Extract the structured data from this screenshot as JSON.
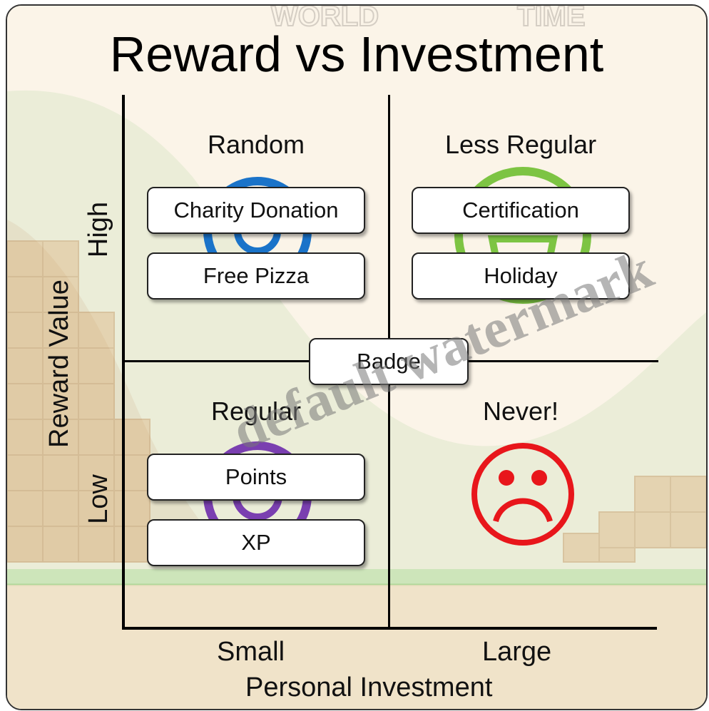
{
  "title": "Reward vs Investment",
  "axes": {
    "y_title": "Reward Value",
    "y_ticks": {
      "high": "High",
      "low": "Low"
    },
    "x_title": "Personal Investment",
    "x_ticks": {
      "small": "Small",
      "large": "Large"
    }
  },
  "quadrants": {
    "top_left": {
      "label": "Random",
      "items": [
        "Charity Donation",
        "Free Pizza"
      ],
      "icon_color": "#1a73c9"
    },
    "top_right": {
      "label": "Less Regular",
      "items": [
        "Certification",
        "Holiday"
      ],
      "icon_color": "#7dc443"
    },
    "bottom_left": {
      "label": "Regular",
      "items": [
        "Points",
        "XP"
      ],
      "icon_color": "#7a3fb0"
    },
    "bottom_right": {
      "label": "Never!",
      "icon": "sad-face-icon",
      "icon_color": "#e8161b"
    }
  },
  "center_item": "Badge",
  "background_text": {
    "world": "WORLD",
    "time": "TIME"
  },
  "watermark": "default watermark"
}
